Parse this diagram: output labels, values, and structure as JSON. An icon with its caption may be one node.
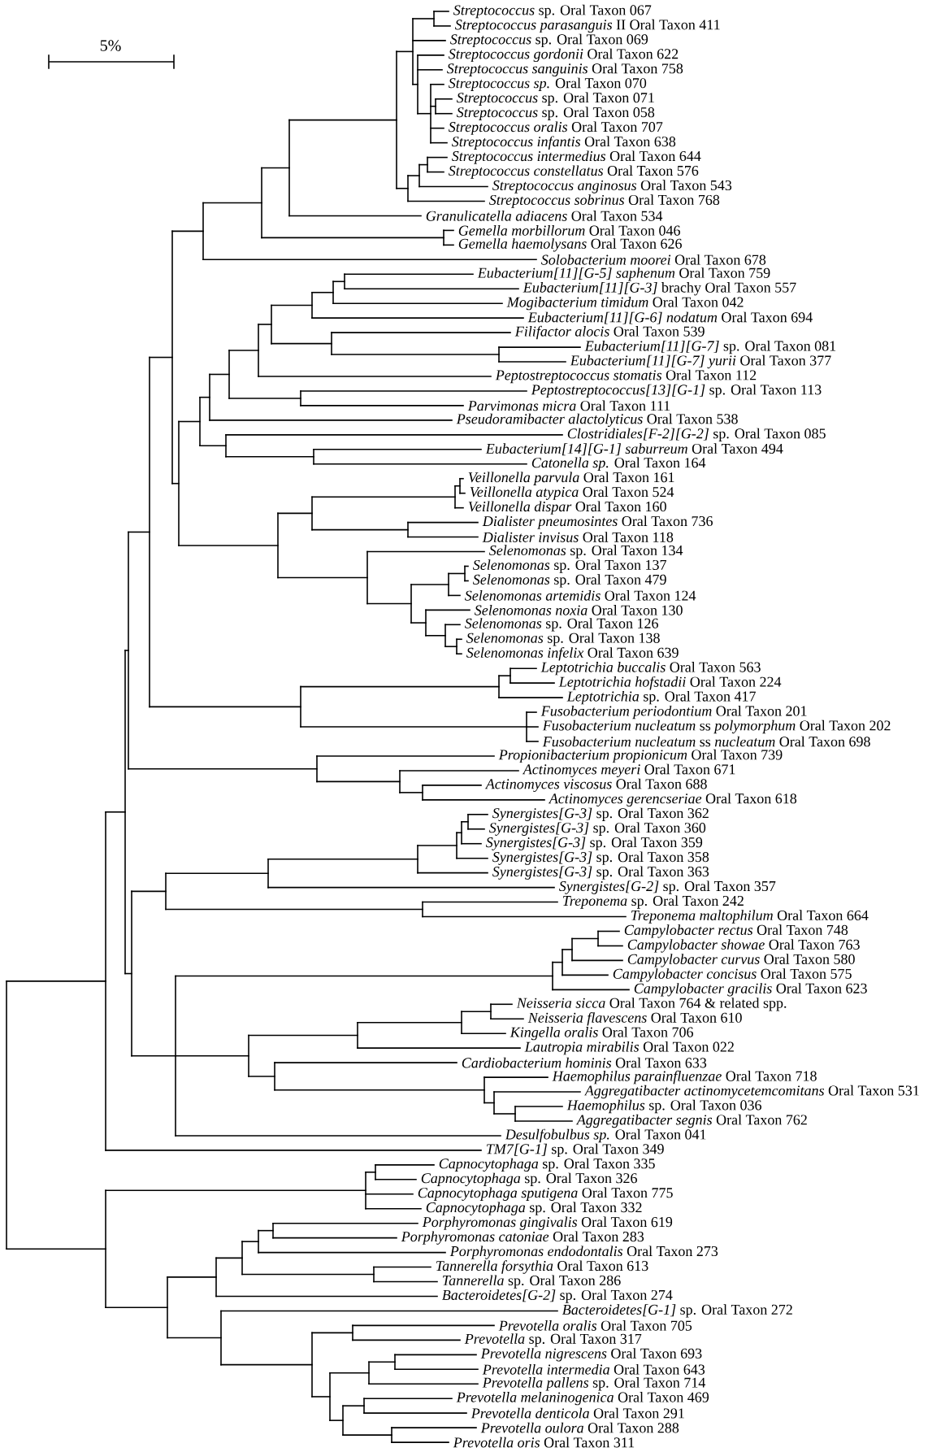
{
  "diagram": {
    "labels": [
      "5%",
      "*Streptococcus* sp. Oral Taxon 067",
      "*Streptococcus parasanguis* II Oral Taxon 411",
      "*Streptococcus* sp. Oral Taxon 069",
      "*Streptococcus gordonii* Oral Taxon 622",
      "*Streptococcus sanguinis* Oral Taxon 758",
      "*Streptococcus sp.* Oral Taxon 070",
      "*Streptococcus* sp. Oral Taxon 071",
      "*Streptococcus* sp. Oral Taxon 058",
      "*Streptococcus oralis* Oral Taxon 707",
      "*Streptococcus infantis* Oral Taxon 638",
      "*Streptococcus intermedius* Oral Taxon 644",
      "*Streptococcus constellatus* Oral Taxon 576",
      "*Streptococcus anginosus* Oral Taxon 543",
      "*Streptococcus sobrinus* Oral Taxon 768",
      "*Granulicatella adiacens* Oral Taxon 534",
      "*Gemella morbillorum* Oral Taxon 046",
      "*Gemella haemolysans* Oral Taxon 626",
      "*Solobacterium moorei* Oral Taxon 678",
      "*Eubacterium[11][G-5] saphenum* Oral Taxon 759",
      "*Eubacterium[11][G-3]* brachy Oral Taxon 557",
      "*Mogibacterium timidum* Oral Taxon 042",
      "*Eubacterium[11][G-6] nodatum* Oral Taxon 694",
      "*Filifactor alocis* Oral Taxon 539",
      "*Eubacterium[11][G-7]* sp. Oral Taxon 081",
      "*Eubacterium[11][G-7] yurii* Oral Taxon 377",
      "*Peptostreptococcus stomatis* Oral Taxon 112",
      "*Peptostreptococcus[13][G-1]* sp. Oral Taxon 113",
      "*Parvimonas micra* Oral Taxon 111",
      "*Pseudoramibacter alactolyticus* Oral Taxon 538",
      "*Clostridiales[F-2][G-2]* sp. Oral Taxon 085",
      "*Eubacterium[14][G-1] saburreum* Oral Taxon 494",
      "*Catonella sp.* Oral Taxon 164",
      "*Veillonella parvula* Oral Taxon 161",
      "*Veillonella atypica* Oral Taxon 524",
      "*Veillonella dispar* Oral Taxon 160",
      "*Dialister pneumosintes* Oral Taxon 736",
      "*Dialister invisus* Oral Taxon 118",
      "*Selenomonas* sp. Oral Taxon 134",
      "*Selenomonas* sp. Oral Taxon 137",
      "*Selenomonas* sp. Oral Taxon 479",
      "*Selenomonas artemidis* Oral Taxon 124",
      "*Selenomonas noxia* Oral Taxon 130",
      "*Selenomonas* sp. Oral Taxon 126",
      "*Selenomonas* sp. Oral Taxon 138",
      "*Selenomonas infelix* Oral Taxon 639",
      "*Leptotrichia buccalis* Oral Taxon 563",
      "*Leptotrichia hofstadii* Oral Taxon 224",
      "*Leptotrichia* sp. Oral Taxon 417",
      "*Fusobacterium periodontium* Oral Taxon 201",
      "*Fusobacterium nucleatum* ss *polymorphum* Oral Taxon 202",
      "*Fusobacterium nucleatum* ss *nucleatum* Oral Taxon 698",
      "*Propionibacterium propionicum* Oral Taxon 739",
      "*Actinomyces meyeri* Oral Taxon 671",
      "*Actinomyces viscosus* Oral Taxon 688",
      "*Actinomyces gerencseriae* Oral Taxon 618",
      "*Synergistes[G-3]* sp. Oral Taxon 362",
      "*Synergistes[G-3]* sp. Oral Taxon 360",
      "*Synergistes[G-3]* sp. Oral Taxon 359",
      "*Synergistes[G-3]* sp. Oral Taxon 358",
      "*Synergistes[G-3]* sp. Oral Taxon 363",
      "*Synergistes[G-2]* sp. Oral Taxon 357",
      "*Treponema* sp. Oral Taxon 242",
      "*Treponema maltophilum* Oral Taxon 664",
      "*Campylobacter rectus* Oral Taxon 748",
      "*Campylobacter showae* Oral Taxon 763",
      "*Campylobacter curvus* Oral Taxon 580",
      "*Campylobacter concisus* Oral Taxon 575",
      "*Campylobacter gracilis* Oral Taxon 623",
      "*Neisseria sicca* Oral Taxon 764 & related spp.",
      "*Neisseria flavescens* Oral Taxon 610",
      "*Kingella oralis* Oral Taxon 706",
      "*Lautropia mirabilis* Oral Taxon 022",
      "*Cardiobacterium hominis* Oral Taxon 633",
      "*Haemophilus parainfluenzae* Oral Taxon 718",
      "*Aggregatibacter actinomycetemcomitans* Oral Taxon 531",
      "*Haemophilus* sp. Oral Taxon 036",
      "*Aggregatibacter segnis* Oral Taxon 762",
      "*Desulfobulbus sp.* Oral Taxon 041",
      "*TM7[G-1]* sp. Oral Taxon 349",
      "*Capnocytophaga* sp. Oral Taxon 335",
      "*Capnocytophaga* sp. Oral Taxon 326",
      "*Capnocytophaga sputigena* Oral Taxon 775",
      "*Capnocytophaga* sp. Oral Taxon 332",
      "*Porphyromonas gingivalis* Oral Taxon 619",
      "*Porphyromonas catoniae* Oral Taxon 283",
      "*Porphyromonas endodontalis* Oral Taxon 273",
      "*Tannerella forsythia* Oral Taxon 613",
      "*Tannerella* sp. Oral Taxon 286",
      "*Bacteroidetes[G-2]* sp. Oral Taxon 274",
      "*Bacteroidetes[G-1]* sp. Oral Taxon 272",
      "*Prevotella oralis* Oral Taxon 705",
      "*Prevotella* sp. Oral Taxon 317",
      "*Prevotella nigrescens* Oral Taxon 693",
      "*Prevotella intermedia* Oral Taxon 643",
      "*Prevotella pallens* sp. Oral Taxon 714",
      "*Prevotella melaninogenica* Oral Taxon 469",
      "*Prevotella denticola* Oral Taxon 291",
      "*Prevotella oulora* Oral Taxon 288",
      "*Prevotella oris* Oral Taxon 311"
    ]
  }
}
